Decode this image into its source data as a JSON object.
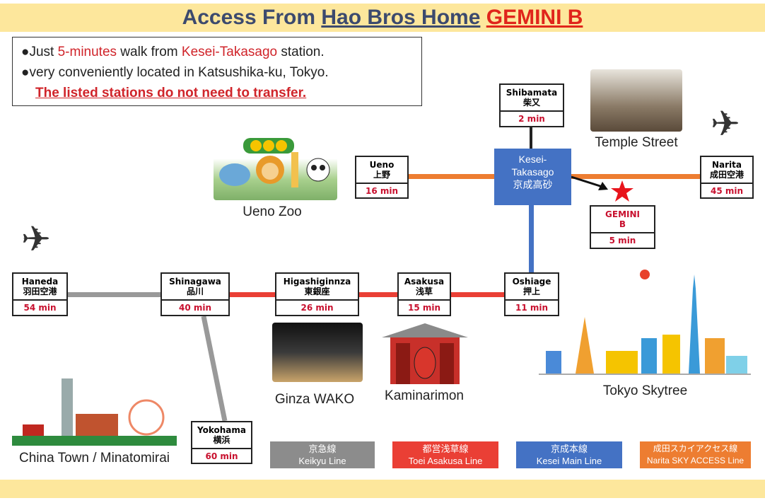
{
  "title": {
    "part1": "Access From ",
    "part2": "Hao Bros Home",
    "part3": "GEMINI B"
  },
  "info": {
    "line1_a": "●Just ",
    "line1_b": "5-minutes",
    "line1_c": " walk from ",
    "line1_d": "Kesei-Takasago",
    "line1_e": " station.",
    "line2": "●very conveniently located in Katsushika-ku, Tokyo.",
    "line3": "The listed stations do not need to transfer."
  },
  "stations": {
    "shibamata": {
      "en": "Shibamata",
      "jp": "柴又",
      "time": "2 min"
    },
    "ueno": {
      "en": "Ueno",
      "jp": "上野",
      "time": "16 min"
    },
    "narita": {
      "en": "Narita",
      "jp": "成田空港",
      "time": "45 min"
    },
    "gemini": {
      "en": "GEMINI",
      "jp": "B",
      "time": "5 min"
    },
    "haneda": {
      "en": "Haneda",
      "jp": "羽田空港",
      "time": "54 min"
    },
    "shinagawa": {
      "en": "Shinagawa",
      "jp": "品川",
      "time": "40 min"
    },
    "higashiginza": {
      "en": "Higashiginnza",
      "jp": "東銀座",
      "time": "26 min"
    },
    "asakusa": {
      "en": "Asakusa",
      "jp": "浅草",
      "time": "15 min"
    },
    "oshiage": {
      "en": "Oshiage",
      "jp": "押上",
      "time": "11 min"
    },
    "yokohama": {
      "en": "Yokohama",
      "jp": "横浜",
      "time": "60 min"
    }
  },
  "hub": {
    "en1": "Kesei-",
    "en2": "Takasago",
    "jp": "京成高砂"
  },
  "landmarks": {
    "ueno_zoo": "Ueno Zoo",
    "temple_street": "Temple Street",
    "ginza": "Ginza WAKO",
    "kaminarimon": "Kaminarimon",
    "skytree": "Tokyo Skytree",
    "chinatown": "China Town / Minatomirai"
  },
  "legend": [
    {
      "jp": "京急線",
      "en": "Keikyu Line",
      "color": "#8c8c8c"
    },
    {
      "jp": "都営浅草線",
      "en": "Toei Asakusa Line",
      "color": "#ea3f35"
    },
    {
      "jp": "京成本線",
      "en": "Kesei Main Line",
      "color": "#4472c4"
    },
    {
      "jp": "成田スカイアクセス線",
      "en": "Narita SKY ACCESS Line",
      "color": "#ed7d31"
    }
  ]
}
